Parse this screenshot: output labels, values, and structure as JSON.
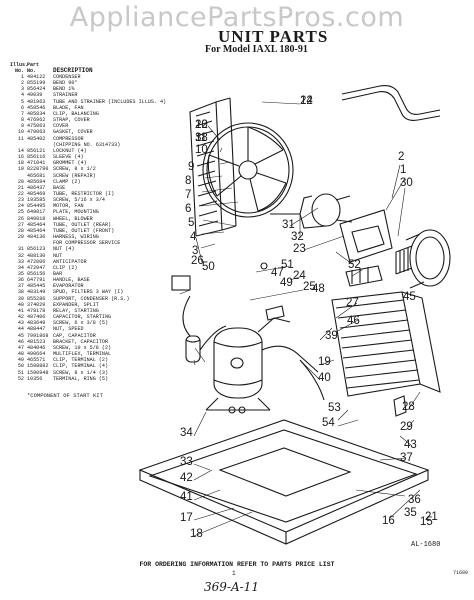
{
  "watermark": "AppliancePartsPros.com",
  "header": {
    "title": "UNIT PARTS",
    "subtitle": "For Model IAXL 180-91"
  },
  "table": {
    "col1": "Illus.\nNo.",
    "col2": "Part\nNo.",
    "col3": "DESCRIPTION",
    "rows": [
      [
        "1",
        "484122",
        "CONDENSER"
      ],
      [
        "2",
        "855199",
        "BEND 90°"
      ],
      [
        "3",
        "856424",
        "BEND 1⅝"
      ],
      [
        "4",
        "49039",
        "STRAINER"
      ],
      [
        "5",
        "481963",
        "TUBE AND STRAINER (INCLUDES ILLUS. 4)"
      ],
      [
        "6",
        "458546",
        "BLADE, FAN"
      ],
      [
        "7",
        "485834",
        "CLIP, BALANCING"
      ],
      [
        "8",
        "476962",
        "STRAP, COVER"
      ],
      [
        "9",
        "475063",
        "COVER"
      ],
      [
        "10",
        "470063",
        "GASKET, COVER"
      ],
      [
        "11",
        "485402",
        "COMPRESSOR"
      ],
      [
        "",
        "",
        "(CHIPPING NO. 6314733)"
      ],
      [
        "14",
        "856121",
        "LOCKNUT (4)"
      ],
      [
        "16",
        "856116",
        "SLEEVE (4)"
      ],
      [
        "18",
        "471041",
        "GROMMET (4)"
      ],
      [
        "19",
        "8228780",
        "SCREW, 8 x 1/2"
      ],
      [
        "",
        "465681",
        "SCREW (REPAIR)"
      ],
      [
        "20",
        "485684",
        "CLAMP (2)"
      ],
      [
        "21",
        "486437",
        "BASE"
      ],
      [
        "22",
        "485469",
        "TUBE, RESTRICTOR (I)"
      ],
      [
        "23",
        "193585",
        "SCREW, 5/16 x 3/4"
      ],
      [
        "24",
        "854495",
        "MOTOR, FAN"
      ],
      [
        "25",
        "649817",
        "PLATE, MOUNTING"
      ],
      [
        "26",
        "840818",
        "WHEEL, BLOWER"
      ],
      [
        "27",
        "485464",
        "TUBE, OUTLET (REAR)"
      ],
      [
        "28",
        "485464",
        "TUBE, OUTLET (FRONT)"
      ],
      [
        "29",
        "484136",
        "HARNESS, WIRING"
      ],
      [
        "",
        "",
        "FOR COMPRESSOR SERVICE"
      ],
      [
        "31",
        "856123",
        "NUT (4)"
      ],
      [
        "32",
        "488130",
        "NUT"
      ],
      [
        "33",
        "472006",
        "ANTICIPATOR"
      ],
      [
        "34",
        "472047",
        "CLIP (2)"
      ],
      [
        "35",
        "856156",
        "BAR"
      ],
      [
        "36",
        "647791",
        "HANDLE, BASE"
      ],
      [
        "37",
        "485445",
        "EVAPORATOR"
      ],
      [
        "38",
        "483149",
        "SPUD, FILTERS 3 WAY (I)"
      ],
      [
        "39",
        "855286",
        "SUPPORT, CONDENSER (R.S.)"
      ],
      [
        "40",
        "374029",
        "EXPANDER, SPLIT"
      ],
      [
        "41",
        "478178",
        "RELAY, STARTING"
      ],
      [
        "42",
        "487406",
        "CAPACITOR, STARTING"
      ],
      [
        "43",
        "483649",
        "SCREW, 6 x 3/8 (5)"
      ],
      [
        "44",
        "488447",
        "NUT, SPEED"
      ],
      [
        "45",
        "7991868",
        "CAP, CAPACITOR"
      ],
      [
        "46",
        "481523",
        "BRACKET, CAPACITOR"
      ],
      [
        "47",
        "484046",
        "SCREW, 10 x 5/8 (2)"
      ],
      [
        "48",
        "490664",
        "MULTIFLEX, TERMINAL"
      ],
      [
        "49",
        "465571",
        "CLIP, TERMINAL (2)"
      ],
      [
        "50",
        "1508882",
        "CLIP, TERMINAL (4)"
      ],
      [
        "51",
        "1590948",
        "SCREW, 8 x 1/4 (3)"
      ],
      [
        "52",
        "10356",
        "TERMINAL, RING (5)"
      ]
    ]
  },
  "footnote": "*COMPONENT OF START KIT",
  "callouts": [
    "22",
    "12",
    "11",
    "10",
    "9",
    "8",
    "7",
    "6",
    "5",
    "4",
    "3",
    "2",
    "1",
    "30",
    "31",
    "32",
    "23",
    "52",
    "51",
    "24",
    "25",
    "50",
    "26",
    "47",
    "49",
    "48",
    "27",
    "45",
    "46",
    "39",
    "19",
    "40",
    "53",
    "54",
    "28",
    "29",
    "43",
    "37",
    "36",
    "35",
    "34",
    "33",
    "42",
    "41",
    "17",
    "18",
    "16",
    "15",
    "21",
    "14",
    "20",
    "38"
  ],
  "drawing_ref": "AL-1680",
  "footer": "FOR ORDERING INFORMATION REFER TO PARTS PRICE LIST",
  "page_number": "1",
  "catalog_code": "71680",
  "handwritten": "369-A-11"
}
